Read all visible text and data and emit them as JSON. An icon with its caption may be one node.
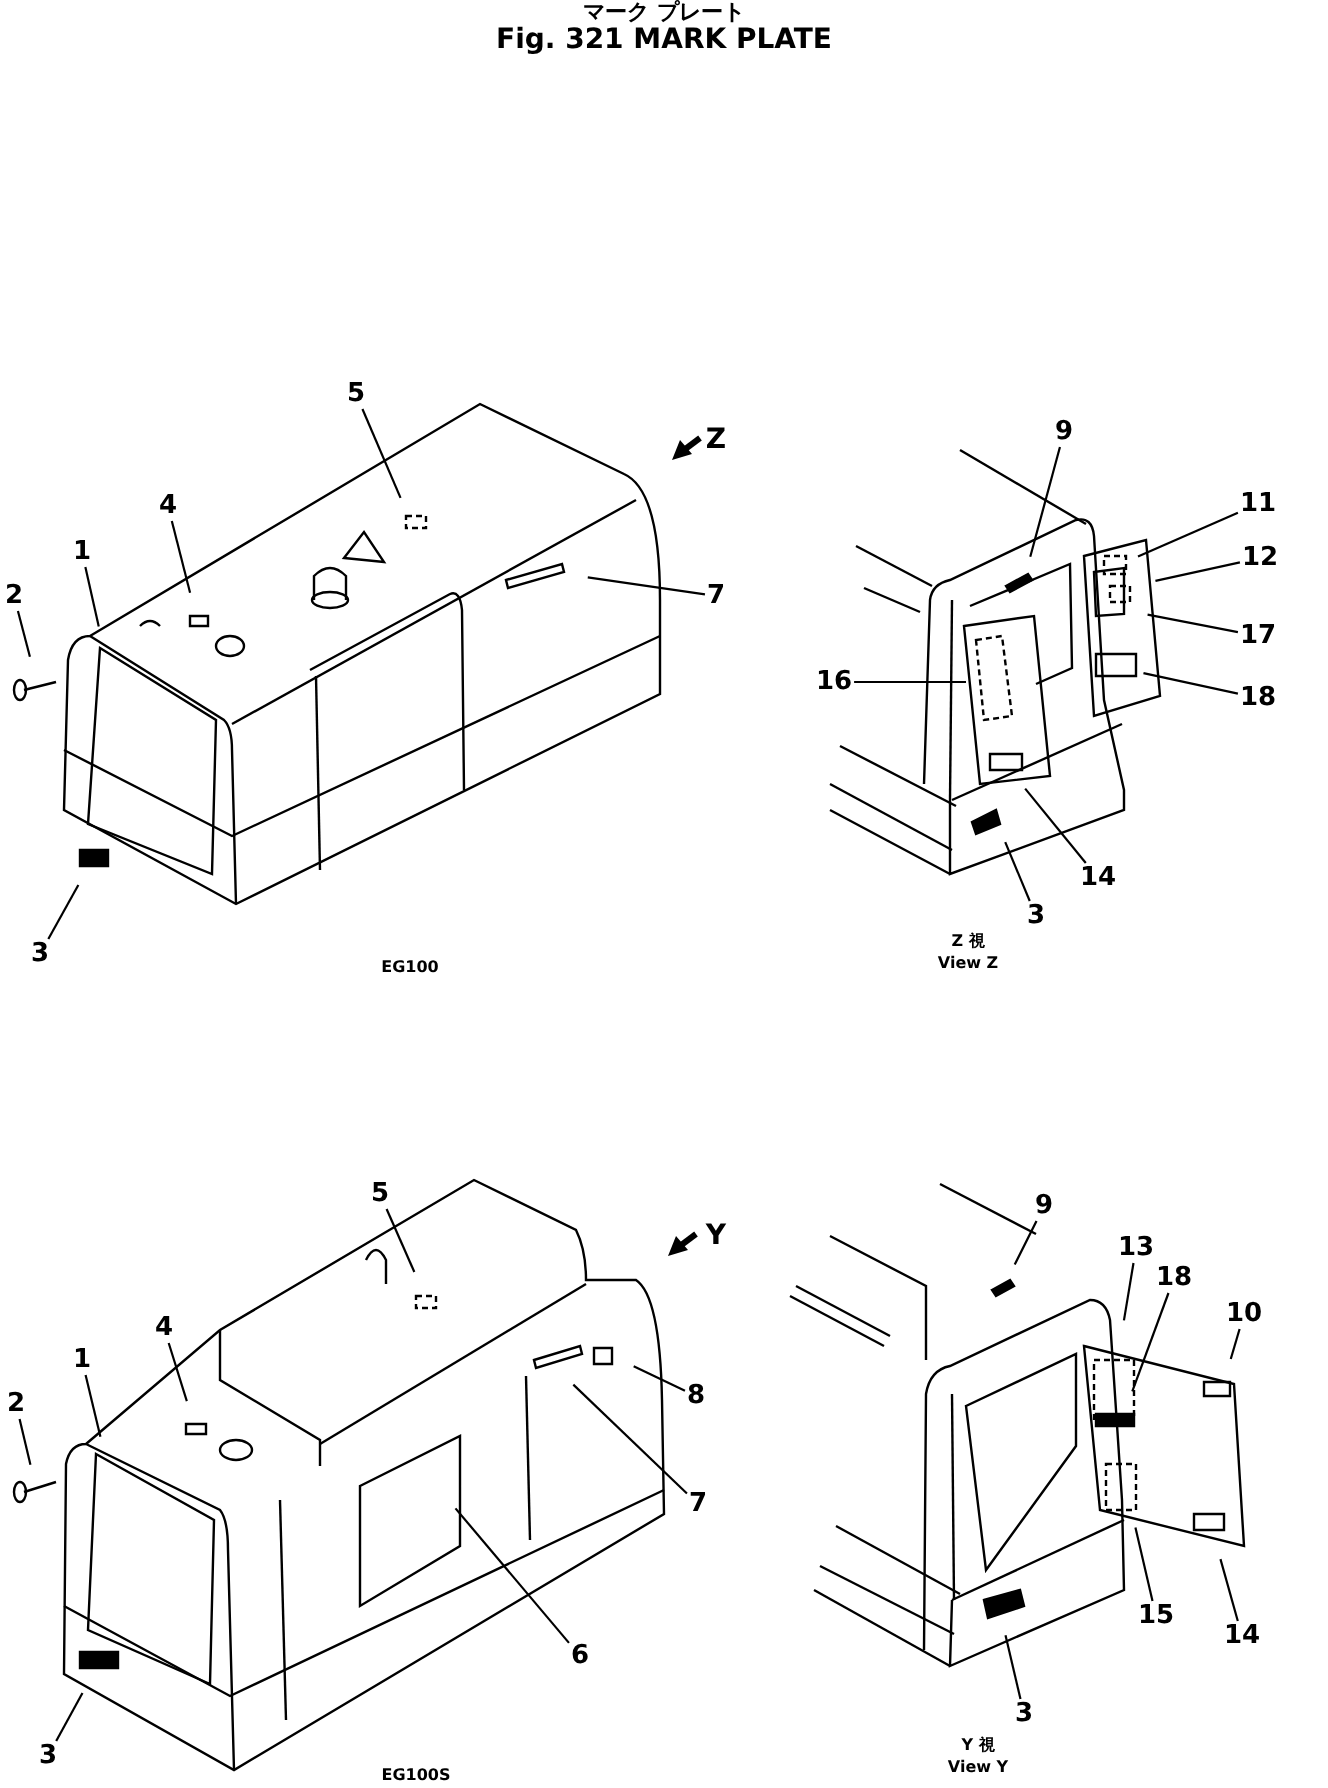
{
  "diagram": {
    "title": "Fig. 321 MARK PLATE",
    "nodes": [
      {
        "text": [
          "5"
        ]
      },
      {
        "text": [
          "4"
        ]
      },
      {
        "text": [
          "1"
        ]
      },
      {
        "text": [
          "2"
        ]
      },
      {
        "text": [
          "7"
        ]
      },
      {
        "text": [
          "3"
        ]
      },
      {
        "text": [
          "9"
        ]
      },
      {
        "text": [
          "11"
        ]
      },
      {
        "text": [
          "12"
        ]
      },
      {
        "text": [
          "17"
        ]
      },
      {
        "text": [
          "16"
        ]
      },
      {
        "text": [
          "18"
        ]
      },
      {
        "text": [
          "14"
        ]
      },
      {
        "text": [
          "3"
        ]
      },
      {
        "text": [
          "5"
        ]
      },
      {
        "text": [
          "4"
        ]
      },
      {
        "text": [
          "1"
        ]
      },
      {
        "text": [
          "2"
        ]
      },
      {
        "text": [
          "8"
        ]
      },
      {
        "text": [
          "7"
        ]
      },
      {
        "text": [
          "6"
        ]
      },
      {
        "text": [
          "3"
        ]
      },
      {
        "text": [
          "9"
        ]
      },
      {
        "text": [
          "13"
        ]
      },
      {
        "text": [
          "18"
        ]
      },
      {
        "text": [
          "10"
        ]
      },
      {
        "text": [
          "15"
        ]
      },
      {
        "text": [
          "14"
        ]
      },
      {
        "text": [
          "3"
        ]
      }
    ],
    "edges": [
      {
        "from": 0,
        "to": null,
        "arrow": "none"
      },
      {
        "from": 1,
        "to": null,
        "arrow": "none"
      },
      {
        "from": 2,
        "to": null,
        "arrow": "none"
      },
      {
        "from": 3,
        "to": null,
        "arrow": "none"
      },
      {
        "from": 4,
        "to": null,
        "arrow": "none"
      },
      {
        "from": 5,
        "to": null,
        "arrow": "none"
      },
      {
        "from": 6,
        "to": null,
        "arrow": "none"
      },
      {
        "from": 7,
        "to": null,
        "arrow": "none"
      },
      {
        "from": 8,
        "to": null,
        "arrow": "none"
      },
      {
        "from": 9,
        "to": null,
        "arrow": "none"
      },
      {
        "from": 10,
        "to": null,
        "arrow": "none"
      },
      {
        "from": 11,
        "to": null,
        "arrow": "none"
      },
      {
        "from": 12,
        "to": null,
        "arrow": "none"
      },
      {
        "from": 13,
        "to": null,
        "arrow": "none"
      },
      {
        "from": 14,
        "to": null,
        "arrow": "none"
      },
      {
        "from": 15,
        "to": null,
        "arrow": "none"
      },
      {
        "from": 16,
        "to": null,
        "arrow": "none"
      },
      {
        "from": 17,
        "to": null,
        "arrow": "none"
      },
      {
        "from": 18,
        "to": null,
        "arrow": "none"
      },
      {
        "from": 19,
        "to": null,
        "arrow": "none"
      },
      {
        "from": 20,
        "to": null,
        "arrow": "none"
      },
      {
        "from": 21,
        "to": null,
        "arrow": "none"
      },
      {
        "from": 22,
        "to": null,
        "arrow": "none"
      },
      {
        "from": 23,
        "to": null,
        "arrow": "none"
      },
      {
        "from": 24,
        "to": null,
        "arrow": "none"
      },
      {
        "from": 25,
        "to": null,
        "arrow": "none"
      },
      {
        "from": 26,
        "to": null,
        "arrow": "none"
      },
      {
        "from": 27,
        "to": null,
        "arrow": "none"
      },
      {
        "from": 28,
        "to": null,
        "arrow": "none"
      }
    ],
    "labels": [
      "マーク プレート",
      "Z",
      "EG100",
      "Z 視",
      "View Z",
      "Y",
      "EG100S",
      "Y 視",
      "View Y"
    ]
  }
}
